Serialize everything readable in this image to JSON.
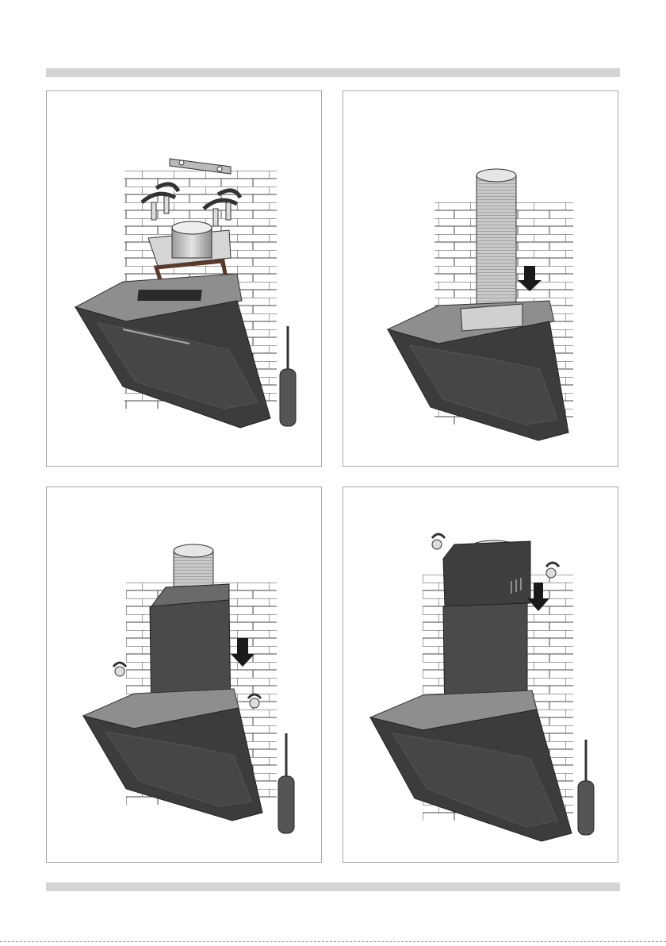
{
  "document": {
    "type": "installation-illustration",
    "steps": [
      {
        "id": 1,
        "illustration": "hood-mounting-bracket-screws-adapter-gasket"
      },
      {
        "id": 2,
        "illustration": "flexible-duct-onto-adapter"
      },
      {
        "id": 3,
        "illustration": "lower-chimney-cover-fixing"
      },
      {
        "id": 4,
        "illustration": "upper-chimney-cover-fixing"
      }
    ]
  },
  "colors": {
    "bar": "#d4d4d4",
    "panel_border": "#a8a8a8",
    "hood_dark": "#3c3c3c",
    "hood_top": "#8e8e8e",
    "chimney": "#4a4a4a",
    "duct": "#c9c9c9",
    "line": "#333333"
  },
  "icons": [
    "screwdriver-icon",
    "rotate-arrow-icon",
    "down-arrow-icon",
    "screw-icon"
  ]
}
